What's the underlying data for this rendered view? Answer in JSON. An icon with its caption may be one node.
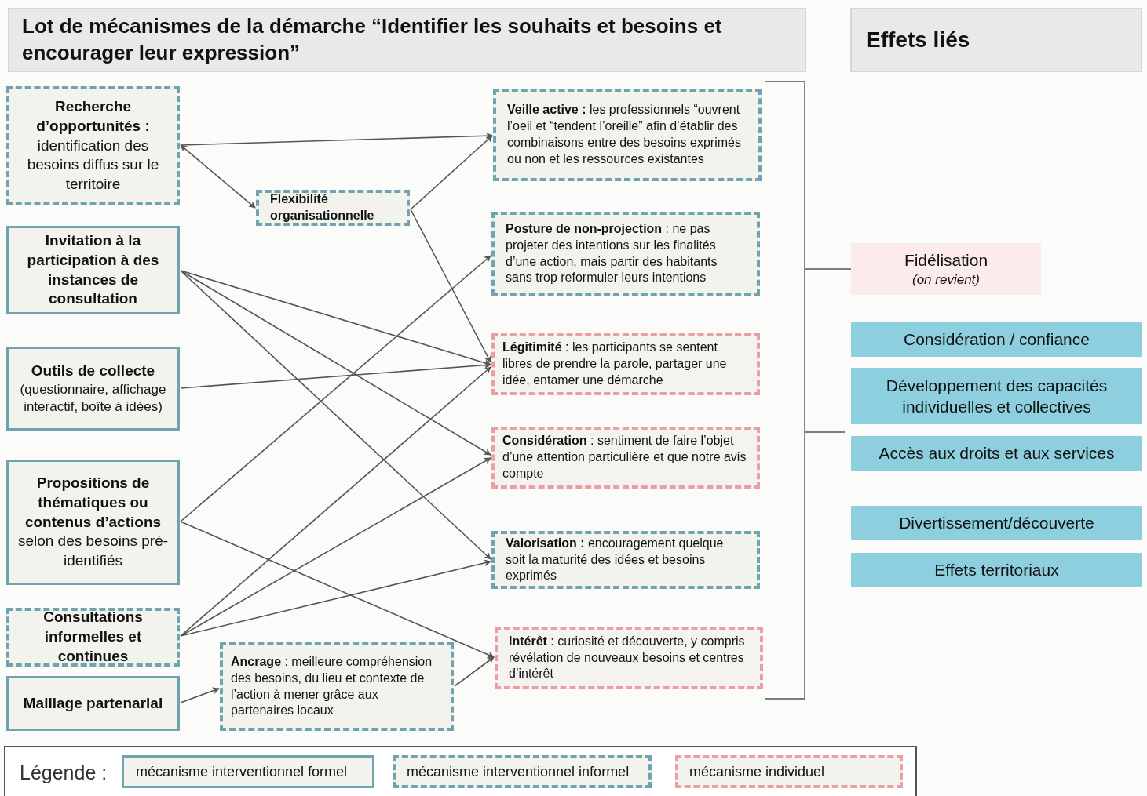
{
  "diagram": {
    "nodes": [
      {
        "text": [
          "Lot de mécanismes de la démarche “Identifier les souhaits et besoins et encourager leur expression”"
        ]
      },
      {
        "text": [
          "Effets liés"
        ]
      },
      {
        "text": [
          "**Recherche d’opportunités :** identification des besoins diffus sur le territoire"
        ]
      },
      {
        "text": [
          "Invitation à la participation à des instances de consultation"
        ]
      },
      {
        "text": [
          "Outils de collecte",
          "(questionnaire, affichage interactif, boîte à idées)"
        ]
      },
      {
        "text": [
          "**Propositions de thématiques ou contenus d’actions** selon des besoins pré-identifiés"
        ]
      },
      {
        "text": [
          "Consultations informelles et continues"
        ]
      },
      {
        "text": [
          "Maillage partenarial"
        ]
      },
      {
        "text": [
          "Flexibilité organisationnelle"
        ]
      },
      {
        "text": [
          "**Ancrage** : meilleure compréhension des besoins, du lieu et contexte de l’action à mener grâce aux partenaires locaux"
        ]
      },
      {
        "text": [
          "**Veille active :** les professionnels “ouvrent l’oeil et “tendent l’oreille” afin d’établir des combinaisons entre des besoins exprimés ou non et les ressources existantes"
        ]
      },
      {
        "text": [
          "**Posture de non-projection** : ne pas projeter des intentions sur les finalités d’une action, mais partir des habitants sans trop reformuler leurs intentions"
        ]
      },
      {
        "text": [
          "**Légitimité** : les participants se sentent libres de prendre la parole, partager une idée, entamer une démarche"
        ]
      },
      {
        "text": [
          "**Considération** : sentiment de faire l’objet d’une attention particulière et que notre avis compte"
        ]
      },
      {
        "text": [
          "**Valorisation :** encouragement quelque soit la maturité des idées et besoins exprimés"
        ]
      },
      {
        "text": [
          "**Intérêt** : curiosité et découverte, y compris révélation de nouveaux besoins et centres d’intérêt"
        ]
      },
      {
        "text": [
          "Fidélisation",
          "(on revient)"
        ]
      },
      {
        "text": [
          "Considération / confiance"
        ]
      },
      {
        "text": [
          "Développement des capacités individuelles et collectives"
        ]
      },
      {
        "text": [
          "Accès aux droits et aux services"
        ]
      },
      {
        "text": [
          "Divertissement/découverte"
        ]
      },
      {
        "text": [
          "Effets territoriaux"
        ]
      }
    ],
    "edges": [
      {
        "from": 2,
        "to": 8,
        "arrow": "both"
      },
      {
        "from": 2,
        "to": 10,
        "arrow": "to"
      },
      {
        "from": 8,
        "to": 10,
        "arrow": "to"
      },
      {
        "from": 8,
        "to": 12,
        "arrow": "to"
      },
      {
        "from": 3,
        "to": 12,
        "arrow": "to"
      },
      {
        "from": 3,
        "to": 13,
        "arrow": "to"
      },
      {
        "from": 3,
        "to": 14,
        "arrow": "to"
      },
      {
        "from": 4,
        "to": 12,
        "arrow": "to"
      },
      {
        "from": 5,
        "to": 11,
        "arrow": "to"
      },
      {
        "from": 5,
        "to": 15,
        "arrow": "to"
      },
      {
        "from": 6,
        "to": 12,
        "arrow": "to"
      },
      {
        "from": 6,
        "to": 13,
        "arrow": "to"
      },
      {
        "from": 6,
        "to": 14,
        "arrow": "to"
      },
      {
        "from": 7,
        "to": 9,
        "arrow": "to"
      },
      {
        "from": 9,
        "to": 15,
        "arrow": "to"
      }
    ],
    "labels": [
      "Légende :"
    ],
    "legend": [
      {
        "text": "mécanisme interventionnel formel"
      },
      {
        "text": "mécanisme interventionnel informel"
      },
      {
        "text": "mécanisme individuel"
      }
    ]
  }
}
